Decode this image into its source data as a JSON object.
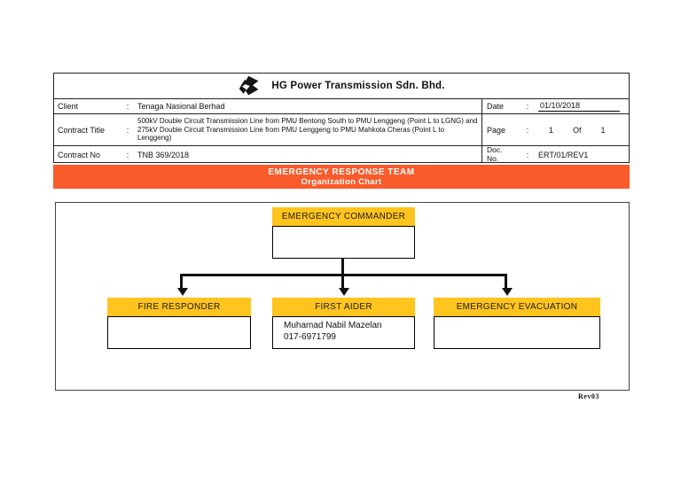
{
  "header": {
    "company": "HG Power Transmission Sdn. Bhd.",
    "logo_icon": "hg-abstract-knot-logo"
  },
  "info": {
    "colon": ":",
    "client_label": "Client",
    "client_value": "Tenaga Nasional Berhad",
    "contract_title_label": "Contract Title",
    "contract_title_value": "500kV Double Circuit Transmission Line from PMU Bentong South to PMU Lenggeng (Point L to LGNG) and 275kV Double Circuit Transmission Line from PMU Lenggeng to PMU Mahkota Cheras (Point L to Lenggeng)",
    "contract_no_label": "Contract No",
    "contract_no_value": "TNB 369/2018",
    "date_label": "Date",
    "date_value": "01/10/2018",
    "page_label": "Page",
    "page_num": "1",
    "page_of": "Of",
    "page_total": "1",
    "doc_no_label": "Doc.\nNo.",
    "doc_no_value": "ERT/01/REV1"
  },
  "banner": {
    "line1": "EMERGENCY RESPONSE TEAM",
    "line2": "Organization Chart",
    "bg_color": "#F95B2B",
    "text_color": "#FFFFFF"
  },
  "org_chart": {
    "header_bg_color": "#FFC41D",
    "line_color": "#111111",
    "root": {
      "title": "EMERGENCY COMMANDER"
    },
    "children": [
      {
        "title": "FIRE RESPONDER",
        "lines": []
      },
      {
        "title": "FIRST AIDER",
        "lines": [
          "Muhamad Nabil Mazelan",
          "017-6971799"
        ]
      },
      {
        "title": "EMERGENCY EVACUATION",
        "lines": []
      }
    ]
  },
  "footer": {
    "revision": "Rev03"
  }
}
